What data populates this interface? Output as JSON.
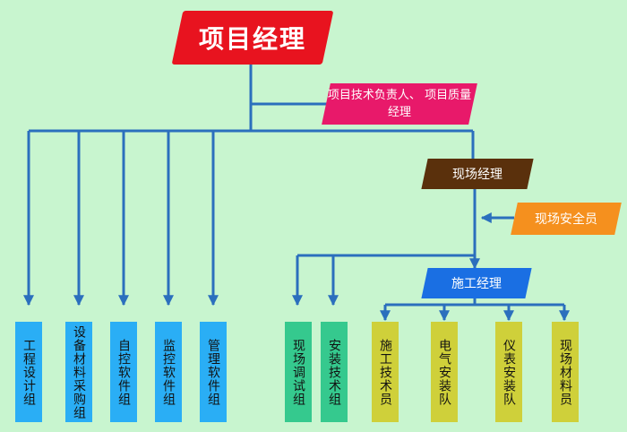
{
  "top": "项目经理",
  "tech_lead": [
    "项目技术负责人、",
    "项目质量经理"
  ],
  "site_manager": "现场经理",
  "safety_officer": "现场安全员",
  "construction_manager": "施工经理",
  "groups": {
    "left": [
      "工程设计组",
      "设备材料采购组",
      "自控软件组",
      "监控软件组",
      "管理软件组"
    ],
    "middle": [
      "现场调试组",
      "安装技术组"
    ],
    "right": [
      "施工技术员",
      "电气安装队",
      "仪表安装队",
      "现场材料员"
    ]
  },
  "colors": {
    "background": "#c8f5cf",
    "lines": "#2b6fbd",
    "top": "#e8131f",
    "tech_lead": "#e8196a",
    "site_manager": "#5a300c",
    "safety_officer": "#f5901e",
    "construction_manager": "#1a6fe3",
    "left_groups": "#2aaef5",
    "middle_groups": "#35c98e",
    "right_groups": "#cfd03a"
  }
}
